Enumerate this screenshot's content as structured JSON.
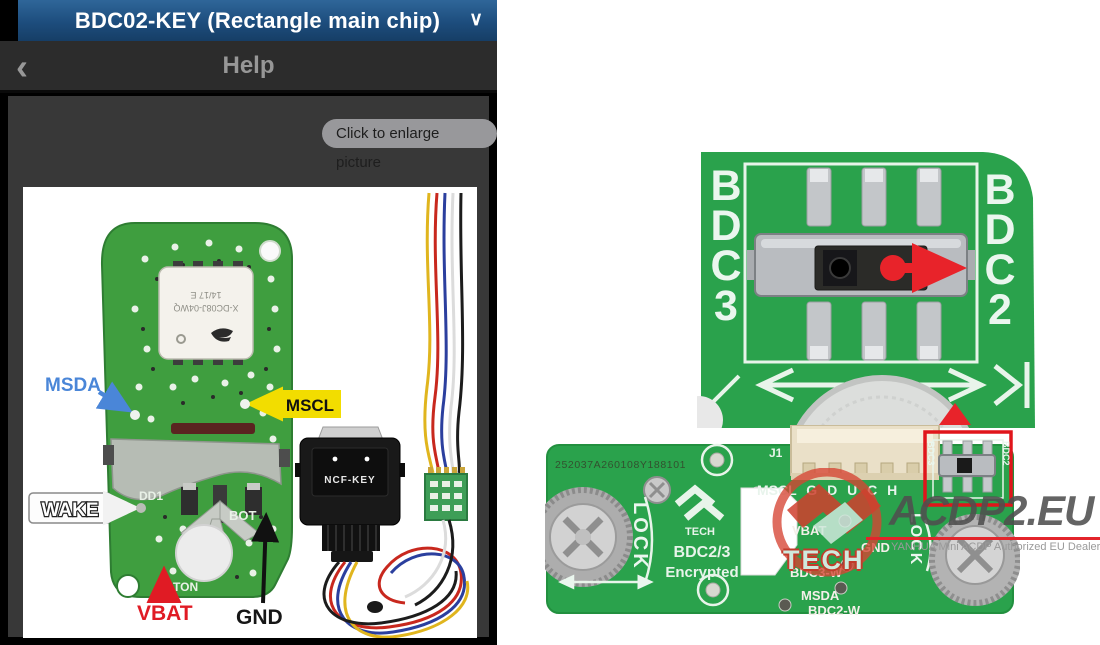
{
  "app": {
    "title_bar": {
      "title": "BDC02-KEY (Rectangle main chip)",
      "chevron": "∨"
    },
    "nav_bar": {
      "back": "‹",
      "title": "Help"
    },
    "enlarge_button": "Click to enlarge picture"
  },
  "fob_diagram": {
    "labels": {
      "msda": "MSDA",
      "mscl": "MSCL",
      "wake": "WAKE",
      "vbat": "VBAT",
      "gnd": "GND"
    },
    "chip": {
      "line1": "X-DC08J-04WQ",
      "line2": "14/17 E"
    },
    "pcb_texts": {
      "dd1": "DD1",
      "bot": "BOT",
      "ton": "TON"
    },
    "adapter_label": "NCF-KEY"
  },
  "closeup_photo": {
    "left_label": "BDC3",
    "right_label": "BDC2"
  },
  "board_photo": {
    "serial": "252037A260108Y188101",
    "connector_label": "J1",
    "pin_labels": "MSCL G D U C H",
    "lock_left": "LOCK",
    "lock_right": "LOCK",
    "silkscreen_brand": "TECH",
    "board_name": "BDC2/3",
    "board_name2": "Encrypted",
    "pads": {
      "vbat": "VBAT",
      "gnd": "GND",
      "bdc3w": "BDC3-W",
      "msda": "MSDA",
      "bdc2w": "BDC2-W"
    },
    "switch_labels": {
      "left": "BDC3",
      "right": "BDC2"
    }
  },
  "watermark": {
    "brand": "TECH",
    "site": "ACDP2.EU",
    "tagline": "YANHUA Mini ACDP Authorized EU Dealer"
  },
  "colors": {
    "titlebar_blue": "#1f4e7e",
    "msda_blue": "#4a86d8",
    "mscl_yellow": "#f2dd00",
    "vbat_red": "#e01b24",
    "wake_white": "#ffffff",
    "gnd_black": "#111111",
    "pcb_green_fob": "#3f9e3f",
    "pcb_green_board": "#2aa24c",
    "highlight_red": "#e0151b"
  }
}
